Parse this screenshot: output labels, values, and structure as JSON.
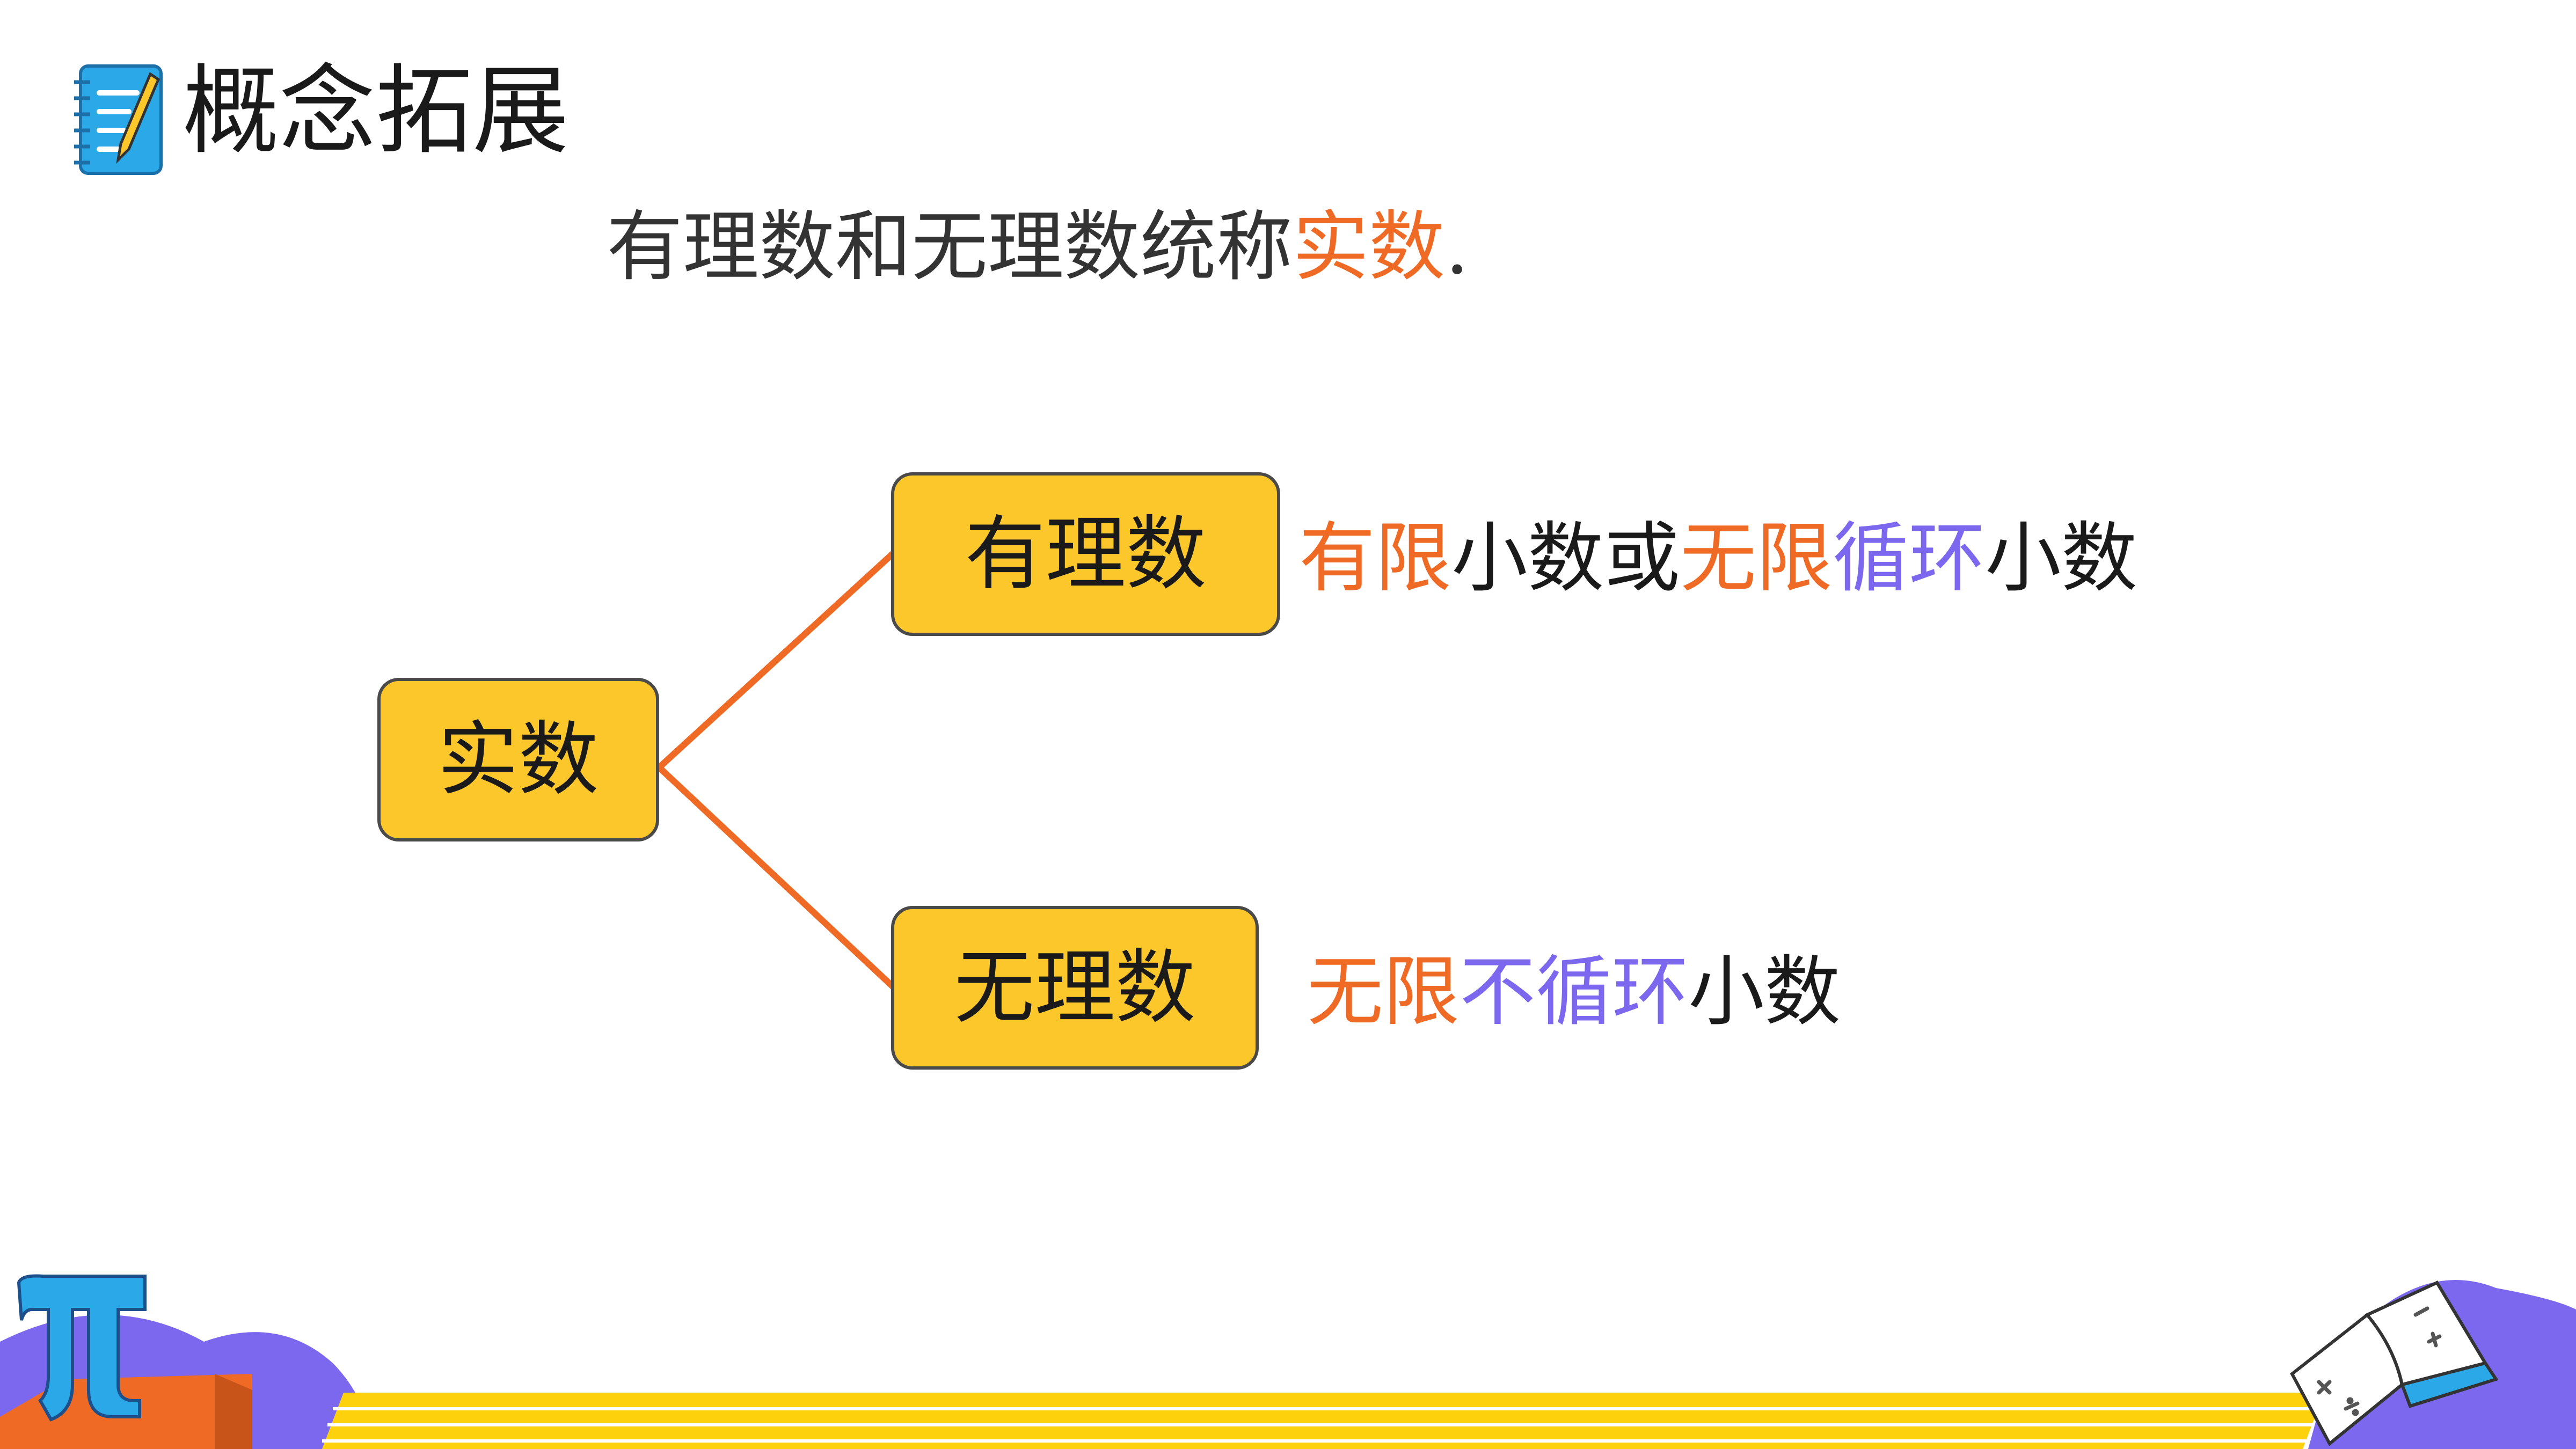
{
  "header": {
    "title": "概念拓展",
    "icon": "notebook-pencil-icon"
  },
  "definition": {
    "prefix": "有理数和无理数统称",
    "highlight": "实数",
    "suffix": "."
  },
  "tree": {
    "root": "实数",
    "branches": [
      {
        "label": "有理数",
        "description": [
          {
            "text": "有限",
            "color": "orange"
          },
          {
            "text": "小数或",
            "color": "dark"
          },
          {
            "text": "无限",
            "color": "orange"
          },
          {
            "text": "循环",
            "color": "purple"
          },
          {
            "text": "小数",
            "color": "dark"
          }
        ]
      },
      {
        "label": "无理数",
        "description": [
          {
            "text": "无限",
            "color": "orange"
          },
          {
            "text": "不循环",
            "color": "purple"
          },
          {
            "text": "小数",
            "color": "dark"
          }
        ]
      }
    ]
  },
  "colors": {
    "box_fill": "#fcc72b",
    "box_border": "#4a4a4a",
    "connector": "#ee6a25",
    "orange": "#ee6a25",
    "purple": "#7b68ee",
    "dark": "#1a1a1a",
    "footer_yellow": "#fdd20c",
    "footer_purple": "#7b68ee",
    "footer_blue": "#2aa8e8"
  },
  "decorations": {
    "bottom_left": "pi-symbol-icon",
    "bottom_right": "open-book-math-icon"
  }
}
